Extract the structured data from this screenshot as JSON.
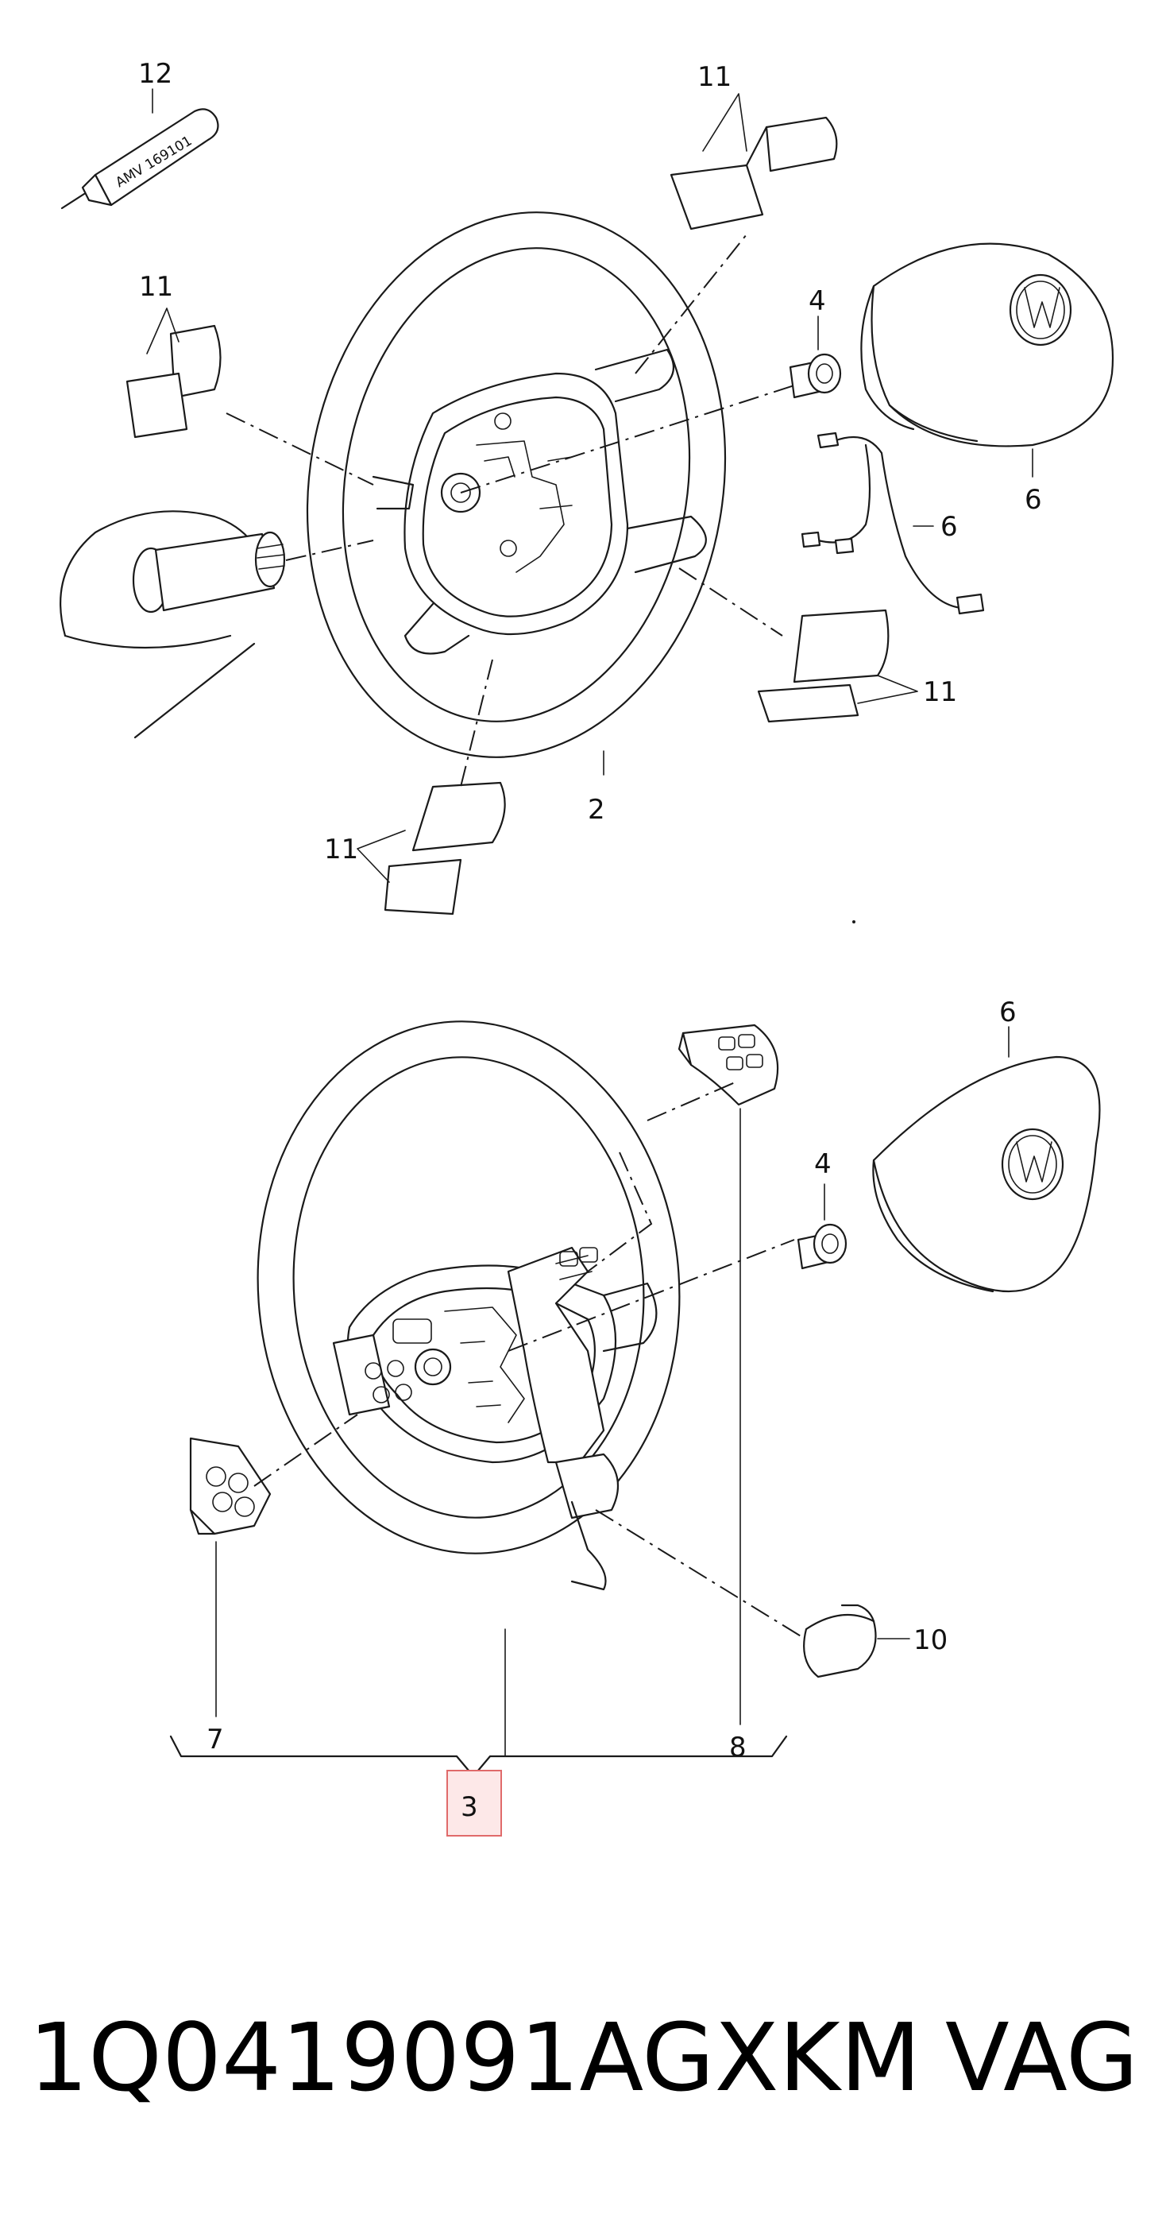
{
  "callouts": {
    "c12": "12",
    "c11_top": "11",
    "c11_left": "11",
    "c4_top": "4",
    "c6_right": "6",
    "c6_wire": "6",
    "c11_right": "11",
    "c2": "2",
    "c11_bottom": "11",
    "c6_lower": "6",
    "c4_lower": "4",
    "c10": "10",
    "c7": "7",
    "c8": "8",
    "c3": "3"
  },
  "tube_label": "AMV 169101",
  "footer": {
    "part_number": "1Q0419091AGXKM",
    "brand": "VAG"
  },
  "colors": {
    "line": "#1a1a1a",
    "highlight_border": "#e06a6a",
    "highlight_fill": "#fde8e8"
  }
}
